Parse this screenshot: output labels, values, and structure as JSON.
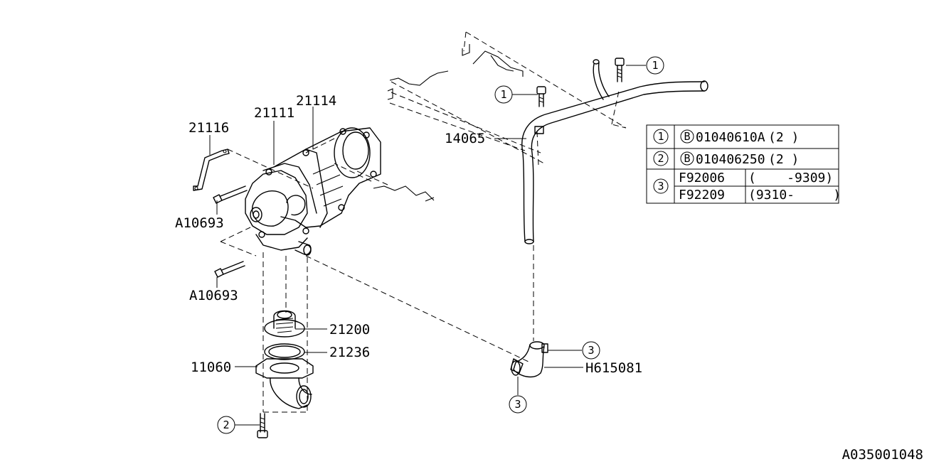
{
  "labels": {
    "p21114": "21114",
    "p21111": "21111",
    "p21116": "21116",
    "p14065": "14065",
    "a10693_top": "A10693",
    "a10693_bottom": "A10693",
    "p21200": "21200",
    "p21236": "21236",
    "p11060": "11060",
    "h615081": "H615081"
  },
  "callouts": {
    "c1_right": "1",
    "c1_left": "1",
    "c2_bottom": "2",
    "c3_right": "3",
    "c3_bottom": "3"
  },
  "table": {
    "rows": [
      {
        "no": "1",
        "mark": "B",
        "part": "01040610A",
        "qty": "(2 )"
      },
      {
        "no": "2",
        "mark": "B",
        "part": "010406250",
        "qty": "(2 )"
      },
      {
        "no": "3",
        "subrows": [
          {
            "part": "F92006",
            "range": "(    -9309)"
          },
          {
            "part": "F92209",
            "range": "(9310-     )"
          }
        ]
      }
    ]
  },
  "footer": {
    "code": "A035001048"
  }
}
